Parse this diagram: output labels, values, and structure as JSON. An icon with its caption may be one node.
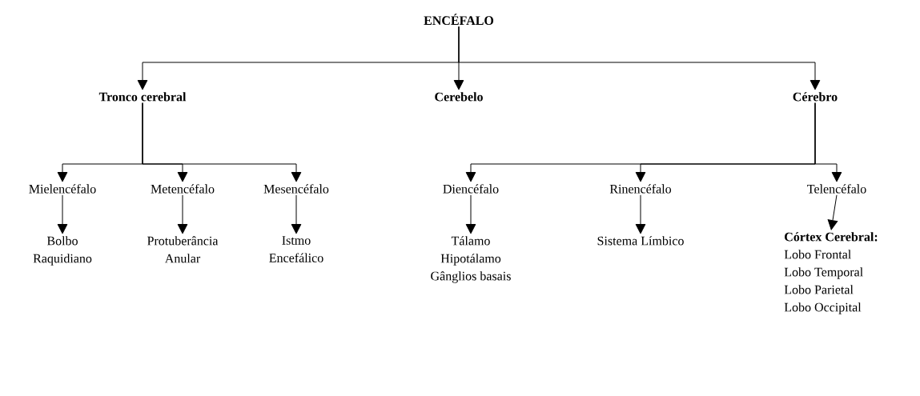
{
  "diagram": {
    "nodes": [
      {
        "text": [
          "ENCÉFALO"
        ]
      },
      {
        "text": [
          "Tronco cerebral"
        ]
      },
      {
        "text": [
          "Cerebelo"
        ]
      },
      {
        "text": [
          "Cérebro"
        ]
      },
      {
        "text": [
          "Mielencéfalo"
        ]
      },
      {
        "text": [
          "Metencéfalo"
        ]
      },
      {
        "text": [
          "Mesencéfalo"
        ]
      },
      {
        "text": [
          "Diencéfalo"
        ]
      },
      {
        "text": [
          "Rinencéfalo"
        ]
      },
      {
        "text": [
          "Telencéfalo"
        ]
      },
      {
        "text": [
          "Bolbo Raquidiano"
        ]
      },
      {
        "text": [
          "Protuberância Anular"
        ]
      },
      {
        "text": [
          "Istmo Encefálico"
        ]
      },
      {
        "text": [
          "Tálamo",
          "Hipotálamo",
          "Gânglios basais"
        ]
      },
      {
        "text": [
          "Sistema Límbico"
        ]
      },
      {
        "text": [
          "Córtex Cerebral:",
          "Lobo Frontal",
          "Lobo Temporal",
          "Lobo Parietal",
          "Lobo Occipital"
        ]
      }
    ],
    "edges": [
      {
        "from": 0,
        "to": 1,
        "arrow": "to"
      },
      {
        "from": 0,
        "to": 2,
        "arrow": "to"
      },
      {
        "from": 0,
        "to": 3,
        "arrow": "to"
      },
      {
        "from": 1,
        "to": 4,
        "arrow": "to"
      },
      {
        "from": 1,
        "to": 5,
        "arrow": "to"
      },
      {
        "from": 1,
        "to": 6,
        "arrow": "to"
      },
      {
        "from": 3,
        "to": 7,
        "arrow": "to"
      },
      {
        "from": 3,
        "to": 8,
        "arrow": "to"
      },
      {
        "from": 3,
        "to": 9,
        "arrow": "to"
      },
      {
        "from": 4,
        "to": 10,
        "arrow": "to"
      },
      {
        "from": 5,
        "to": 11,
        "arrow": "to"
      },
      {
        "from": 6,
        "to": 12,
        "arrow": "to"
      },
      {
        "from": 7,
        "to": 13,
        "arrow": "to"
      },
      {
        "from": 8,
        "to": 14,
        "arrow": "to"
      },
      {
        "from": 9,
        "to": 15,
        "arrow": "to"
      }
    ]
  }
}
